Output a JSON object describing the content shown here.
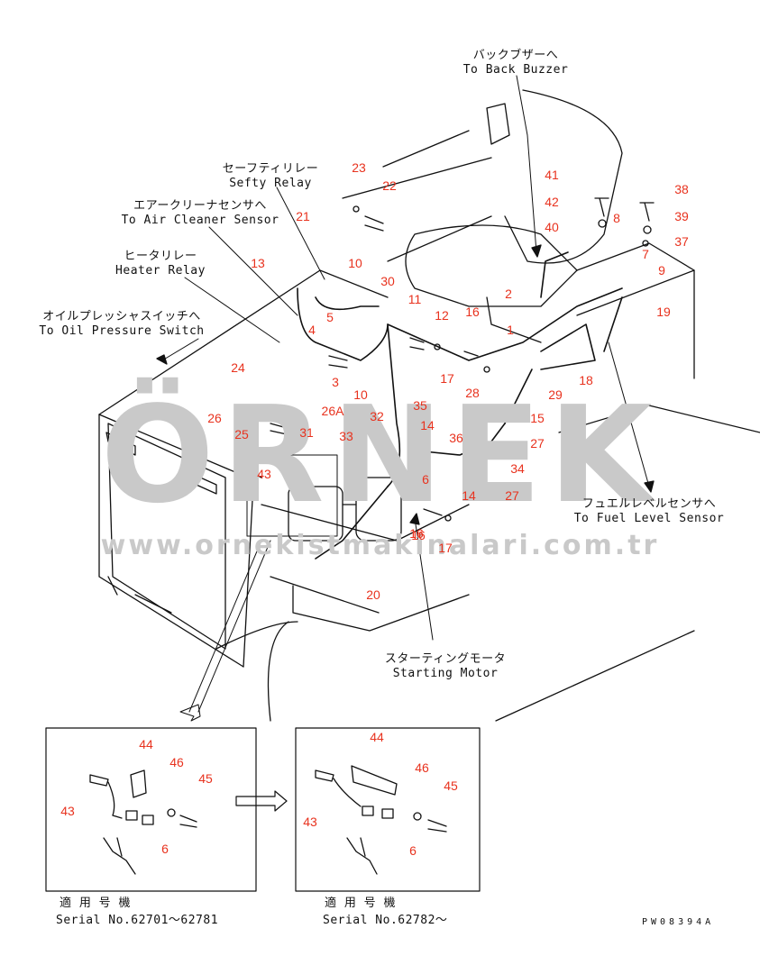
{
  "watermark": {
    "brand": "ÖRNEK",
    "url": "www.ornekistmakinalari.com.tr"
  },
  "captions": {
    "back_buzzer_jp": "バックブザーへ",
    "back_buzzer_en": "To Back Buzzer",
    "safety_relay_jp": "セーフティリレー",
    "safety_relay_en": "Sefty Relay",
    "air_cleaner_jp": "エアークリーナセンサへ",
    "air_cleaner_en": "To Air Cleaner Sensor",
    "heater_relay_jp": "ヒータリレー",
    "heater_relay_en": "Heater Relay",
    "oil_pressure_jp": "オイルプレッシャスイッチへ",
    "oil_pressure_en": "To Oil Pressure Switch",
    "fuel_level_jp": "フュエルレベルセンサへ",
    "fuel_level_en": "To Fuel Level Sensor",
    "starting_motor_jp": "スターティングモータ",
    "starting_motor_en": "Starting Motor"
  },
  "insets": [
    {
      "label_jp": "適 用 号 機",
      "serial": "Serial No.62701～62781"
    },
    {
      "label_jp": "適 用 号 機",
      "serial": "Serial No.62782～"
    }
  ],
  "drawing_code": "PW08394A",
  "part_numbers": [
    "1",
    "2",
    "3",
    "4",
    "5",
    "6",
    "7",
    "8",
    "9",
    "10",
    "11",
    "12",
    "13",
    "14",
    "15",
    "16",
    "17",
    "18",
    "19",
    "20",
    "21",
    "22",
    "23",
    "24",
    "25",
    "26",
    "26A",
    "27",
    "28",
    "29",
    "30",
    "31",
    "32",
    "33",
    "34",
    "35",
    "36",
    "37",
    "38",
    "39",
    "40",
    "41",
    "42",
    "43",
    "44",
    "45",
    "46"
  ],
  "callouts": [
    {
      "t": "23"
    },
    {
      "t": "22"
    },
    {
      "t": "21"
    },
    {
      "t": "13"
    },
    {
      "t": "10"
    },
    {
      "t": "30"
    },
    {
      "t": "5"
    },
    {
      "t": "4"
    },
    {
      "t": "11"
    },
    {
      "t": "16"
    },
    {
      "t": "12"
    },
    {
      "t": "2"
    },
    {
      "t": "1"
    },
    {
      "t": "41"
    },
    {
      "t": "42"
    },
    {
      "t": "8"
    },
    {
      "t": "40"
    },
    {
      "t": "38"
    },
    {
      "t": "39"
    },
    {
      "t": "37"
    },
    {
      "t": "7"
    },
    {
      "t": "9"
    },
    {
      "t": "19"
    },
    {
      "t": "24"
    },
    {
      "t": "3"
    },
    {
      "t": "10"
    },
    {
      "t": "26A"
    },
    {
      "t": "26"
    },
    {
      "t": "25"
    },
    {
      "t": "31"
    },
    {
      "t": "33"
    },
    {
      "t": "32"
    },
    {
      "t": "35"
    },
    {
      "t": "17"
    },
    {
      "t": "16"
    },
    {
      "t": "28"
    },
    {
      "t": "29"
    },
    {
      "t": "18"
    },
    {
      "t": "15"
    },
    {
      "t": "27"
    },
    {
      "t": "14"
    },
    {
      "t": "36"
    },
    {
      "t": "34"
    },
    {
      "t": "6"
    },
    {
      "t": "14"
    },
    {
      "t": "27"
    },
    {
      "t": "43"
    },
    {
      "t": "16"
    },
    {
      "t": "17"
    },
    {
      "t": "20"
    },
    {
      "t": "44"
    },
    {
      "t": "46"
    },
    {
      "t": "45"
    },
    {
      "t": "43"
    },
    {
      "t": "6"
    },
    {
      "t": "44"
    },
    {
      "t": "46"
    },
    {
      "t": "45"
    },
    {
      "t": "43"
    },
    {
      "t": "6"
    }
  ]
}
